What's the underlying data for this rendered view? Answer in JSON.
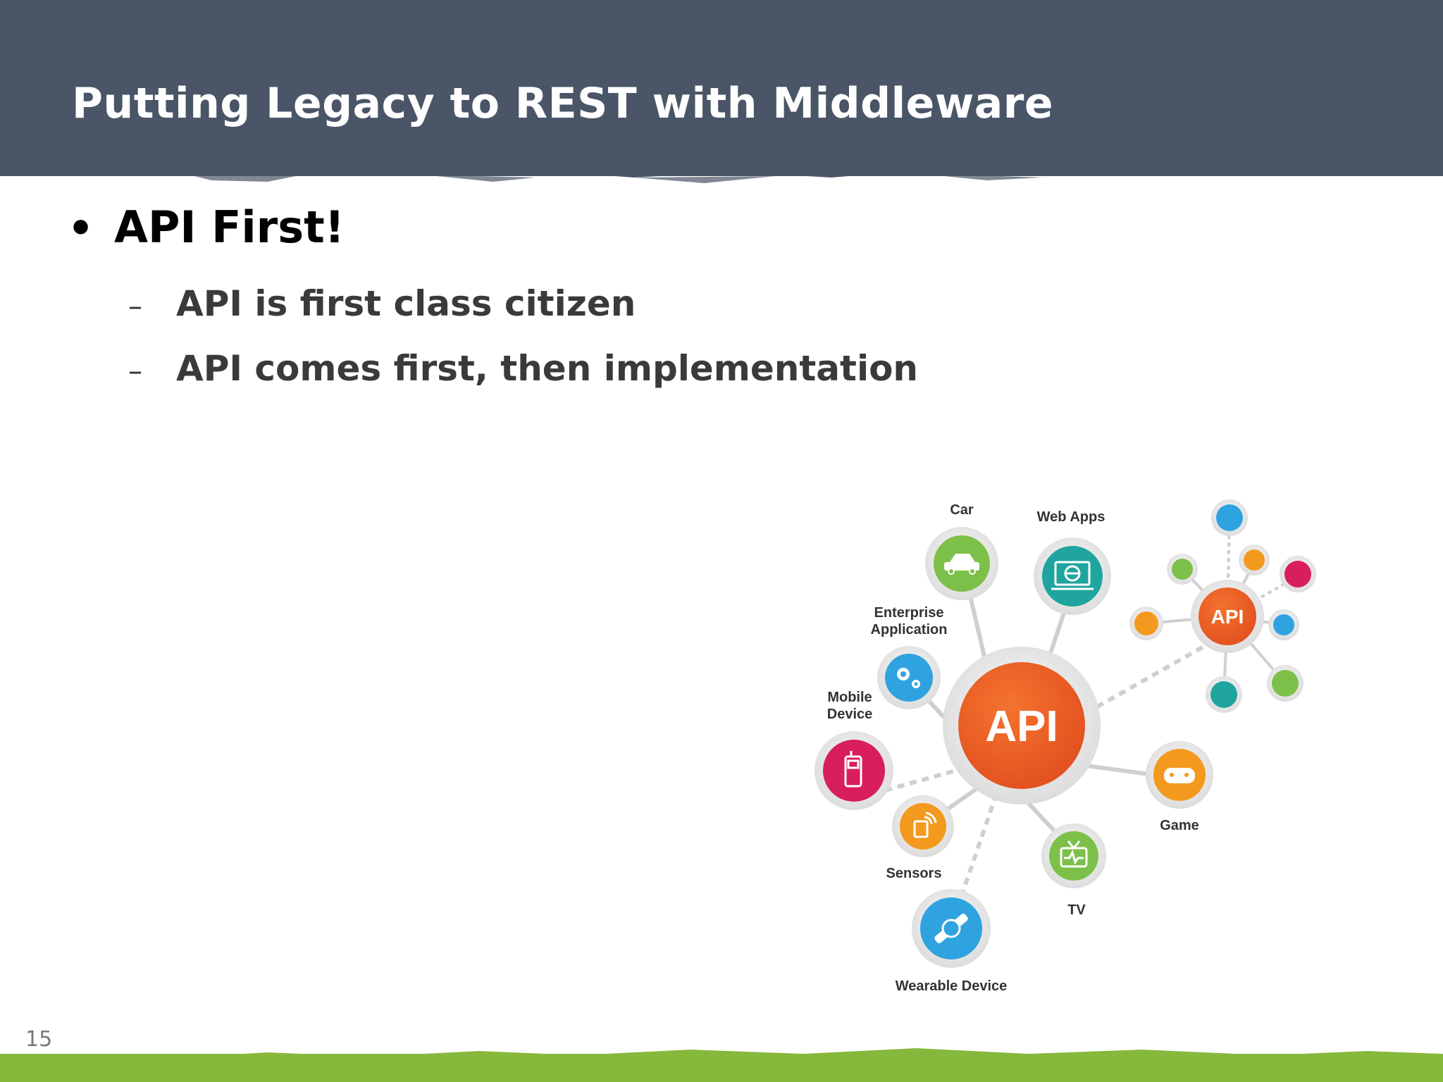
{
  "slide": {
    "title": "Putting Legacy to REST with Middleware",
    "bullet": {
      "symbol": "•",
      "text": "API First!"
    },
    "sub_bullets": [
      {
        "symbol": "–",
        "text": "API is first class citizen"
      },
      {
        "symbol": "–",
        "text": "API comes first, then implementation"
      }
    ],
    "slide_number": "15"
  },
  "diagram": {
    "center_label": "API",
    "mini_center_label": "API",
    "nodes": [
      {
        "label": "Car",
        "icon": "car-icon",
        "color": "#7cc04a"
      },
      {
        "label": "Web Apps",
        "icon": "web-apps-icon",
        "color": "#1fa59d"
      },
      {
        "label": [
          "Enterprise",
          "Application"
        ],
        "icon": "gears-icon",
        "color": "#2ea3e0"
      },
      {
        "label": [
          "Mobile",
          "Device"
        ],
        "icon": "mobile-phone-icon",
        "color": "#d81e5b"
      },
      {
        "label": "Sensors",
        "icon": "sensor-icon",
        "color": "#f39a1e"
      },
      {
        "label": "Wearable Device",
        "icon": "watch-icon",
        "color": "#2ea3e0"
      },
      {
        "label": "TV",
        "icon": "tv-icon",
        "color": "#7cc04a"
      },
      {
        "label": "Game",
        "icon": "gamepad-icon",
        "color": "#f39a1e"
      }
    ],
    "colors": {
      "api_orange": "#ef5f2a",
      "header": "#4a5567",
      "footer_green": "#86b83c"
    }
  }
}
